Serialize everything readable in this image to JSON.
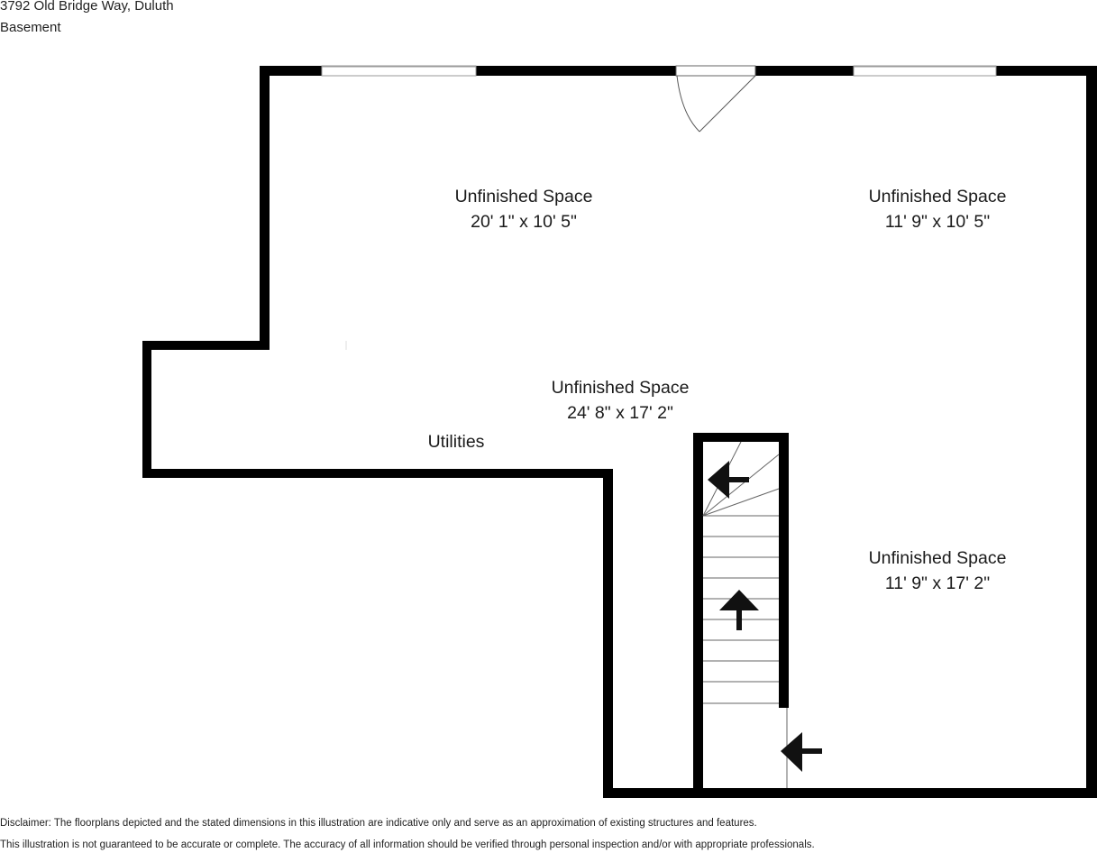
{
  "header": {
    "address": "3792 Old Bridge Way, Duluth",
    "level": "Basement"
  },
  "rooms": [
    {
      "name": "Unfinished Space",
      "dimensions": "20' 1\" x 10' 5\""
    },
    {
      "name": "Unfinished Space",
      "dimensions": "11' 9\" x 10' 5\""
    },
    {
      "name": "Unfinished Space",
      "dimensions": "24' 8\" x 17' 2\""
    },
    {
      "name": "Utilities"
    },
    {
      "name": "Unfinished Space",
      "dimensions": "11' 9\" x 17' 2\""
    }
  ],
  "symbols": {
    "windows": 2,
    "doors": 1,
    "stairs": 1,
    "direction_arrows": [
      "arrow-left",
      "arrow-up",
      "arrow-left"
    ]
  },
  "colors": {
    "wall": "#000000",
    "background": "#ffffff",
    "window_frame": "#999999",
    "line": "#555555"
  },
  "disclaimer": {
    "line1": "Disclaimer: The floorplans depicted and the stated dimensions in this illustration are indicative only and serve as an approximation of existing structures and features.",
    "line2": "This illustration is not guaranteed to be accurate or complete. The accuracy of all information should be verified through personal inspection and/or with appropriate professionals."
  }
}
